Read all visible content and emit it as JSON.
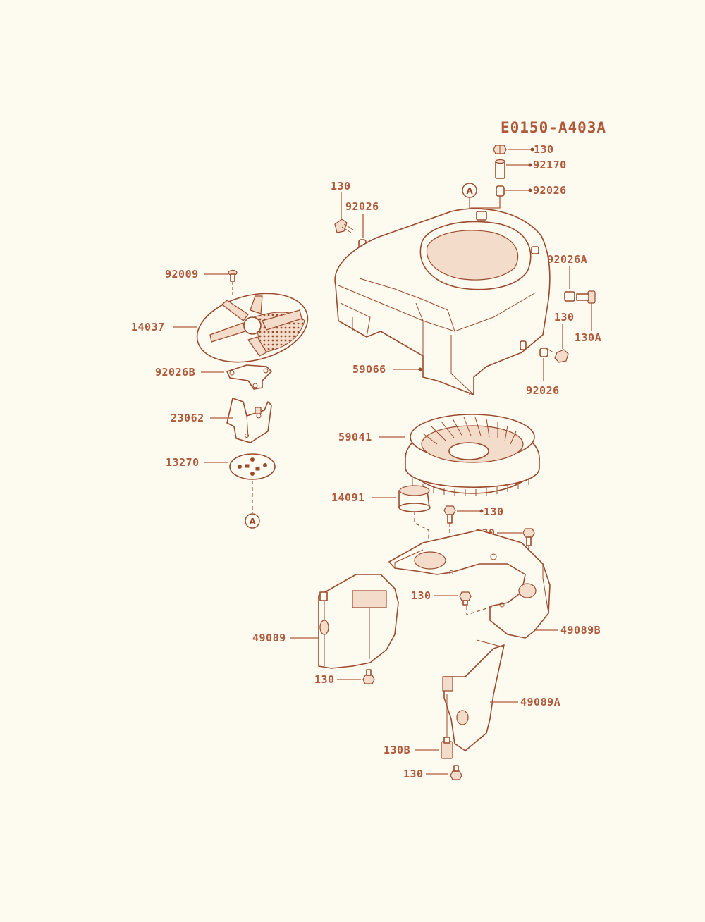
{
  "diagram_code": "E0150-A403A",
  "ref_marker": "A",
  "callouts": {
    "c130_top": "130",
    "c92170": "92170",
    "c92026_top": "92026",
    "c130_left": "130",
    "c92026_left": "92026",
    "c92026a": "92026A",
    "c130_right": "130",
    "c130a": "130A",
    "c92026_right": "92026",
    "c92009": "92009",
    "c14037": "14037",
    "c92026b": "92026B",
    "c23062": "23062",
    "c13270": "13270",
    "c59066": "59066",
    "c59041": "59041",
    "c14091": "14091",
    "c130_mid1": "130",
    "c130_mid2": "130",
    "c130_mid3": "130",
    "c49089": "49089",
    "c49089b": "49089B",
    "c130_bot1": "130",
    "c49089a": "49089A",
    "c130b": "130B",
    "c130_bot2": "130"
  },
  "colors": {
    "ink": "#b05a3c",
    "paper": "#fdfbef",
    "fill": "#f3dcc9"
  }
}
